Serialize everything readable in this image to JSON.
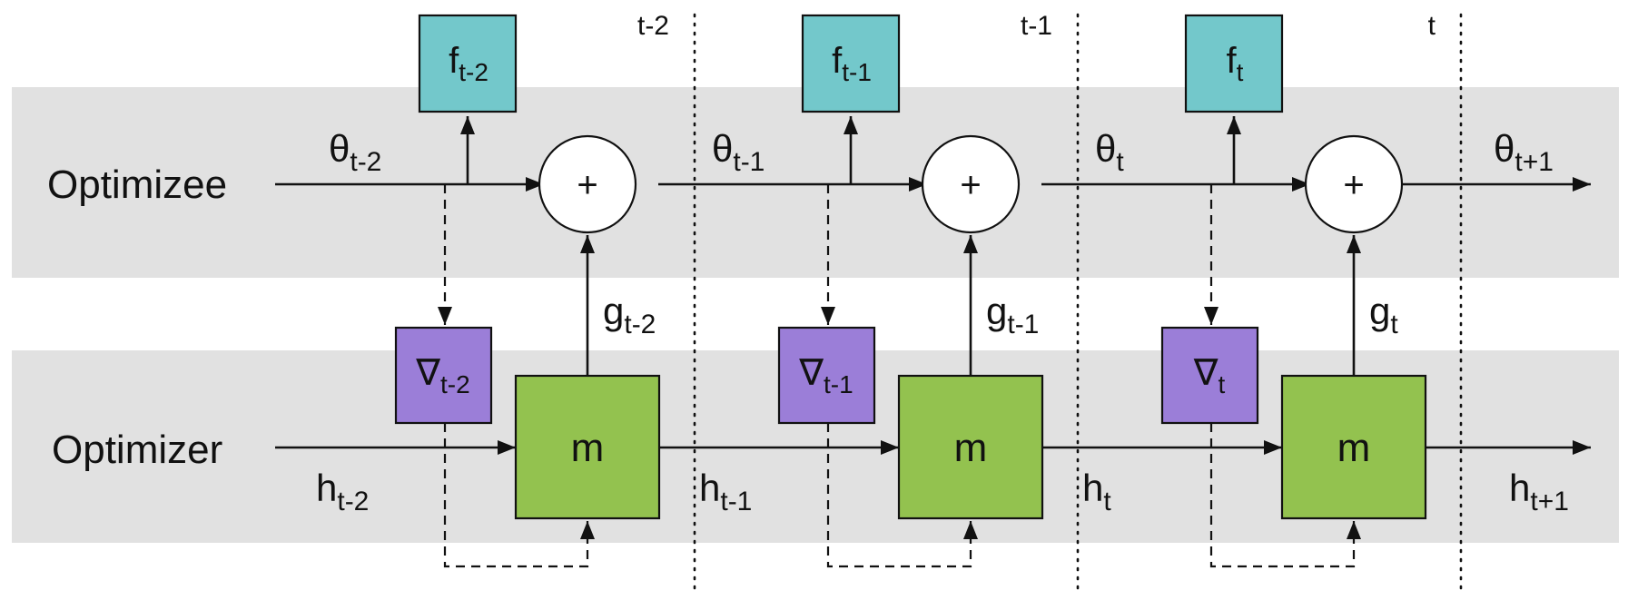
{
  "rows": {
    "optimizee": "Optimizee",
    "optimizer": "Optimizer"
  },
  "colors": {
    "band": "#e1e1e1",
    "f_box": "#73c8cb",
    "grad_box": "#9b7ed8",
    "m_box": "#93c24f",
    "line": "#111111"
  },
  "steps": [
    {
      "step_label": "t-2",
      "f": {
        "base": "f",
        "sub": "t-2"
      },
      "theta_in": {
        "base": "θ",
        "sub": "t-2"
      },
      "grad": {
        "base": "∇",
        "sub": "t-2"
      },
      "g": {
        "base": "g",
        "sub": "t-2"
      },
      "h_in": {
        "base": "h",
        "sub": "t-2"
      },
      "module": "m",
      "plus": "+"
    },
    {
      "step_label": "t-1",
      "f": {
        "base": "f",
        "sub": "t-1"
      },
      "theta_in": {
        "base": "θ",
        "sub": "t-1"
      },
      "grad": {
        "base": "∇",
        "sub": "t-1"
      },
      "g": {
        "base": "g",
        "sub": "t-1"
      },
      "h_in": {
        "base": "h",
        "sub": "t-1"
      },
      "module": "m",
      "plus": "+"
    },
    {
      "step_label": "t",
      "f": {
        "base": "f",
        "sub": "t"
      },
      "theta_in": {
        "base": "θ",
        "sub": "t"
      },
      "grad": {
        "base": "∇",
        "sub": "t"
      },
      "g": {
        "base": "g",
        "sub": "t"
      },
      "h_in": {
        "base": "h",
        "sub": "t"
      },
      "module": "m",
      "plus": "+"
    }
  ],
  "final": {
    "theta_out": {
      "base": "θ",
      "sub": "t+1"
    },
    "h_out": {
      "base": "h",
      "sub": "t+1"
    }
  }
}
